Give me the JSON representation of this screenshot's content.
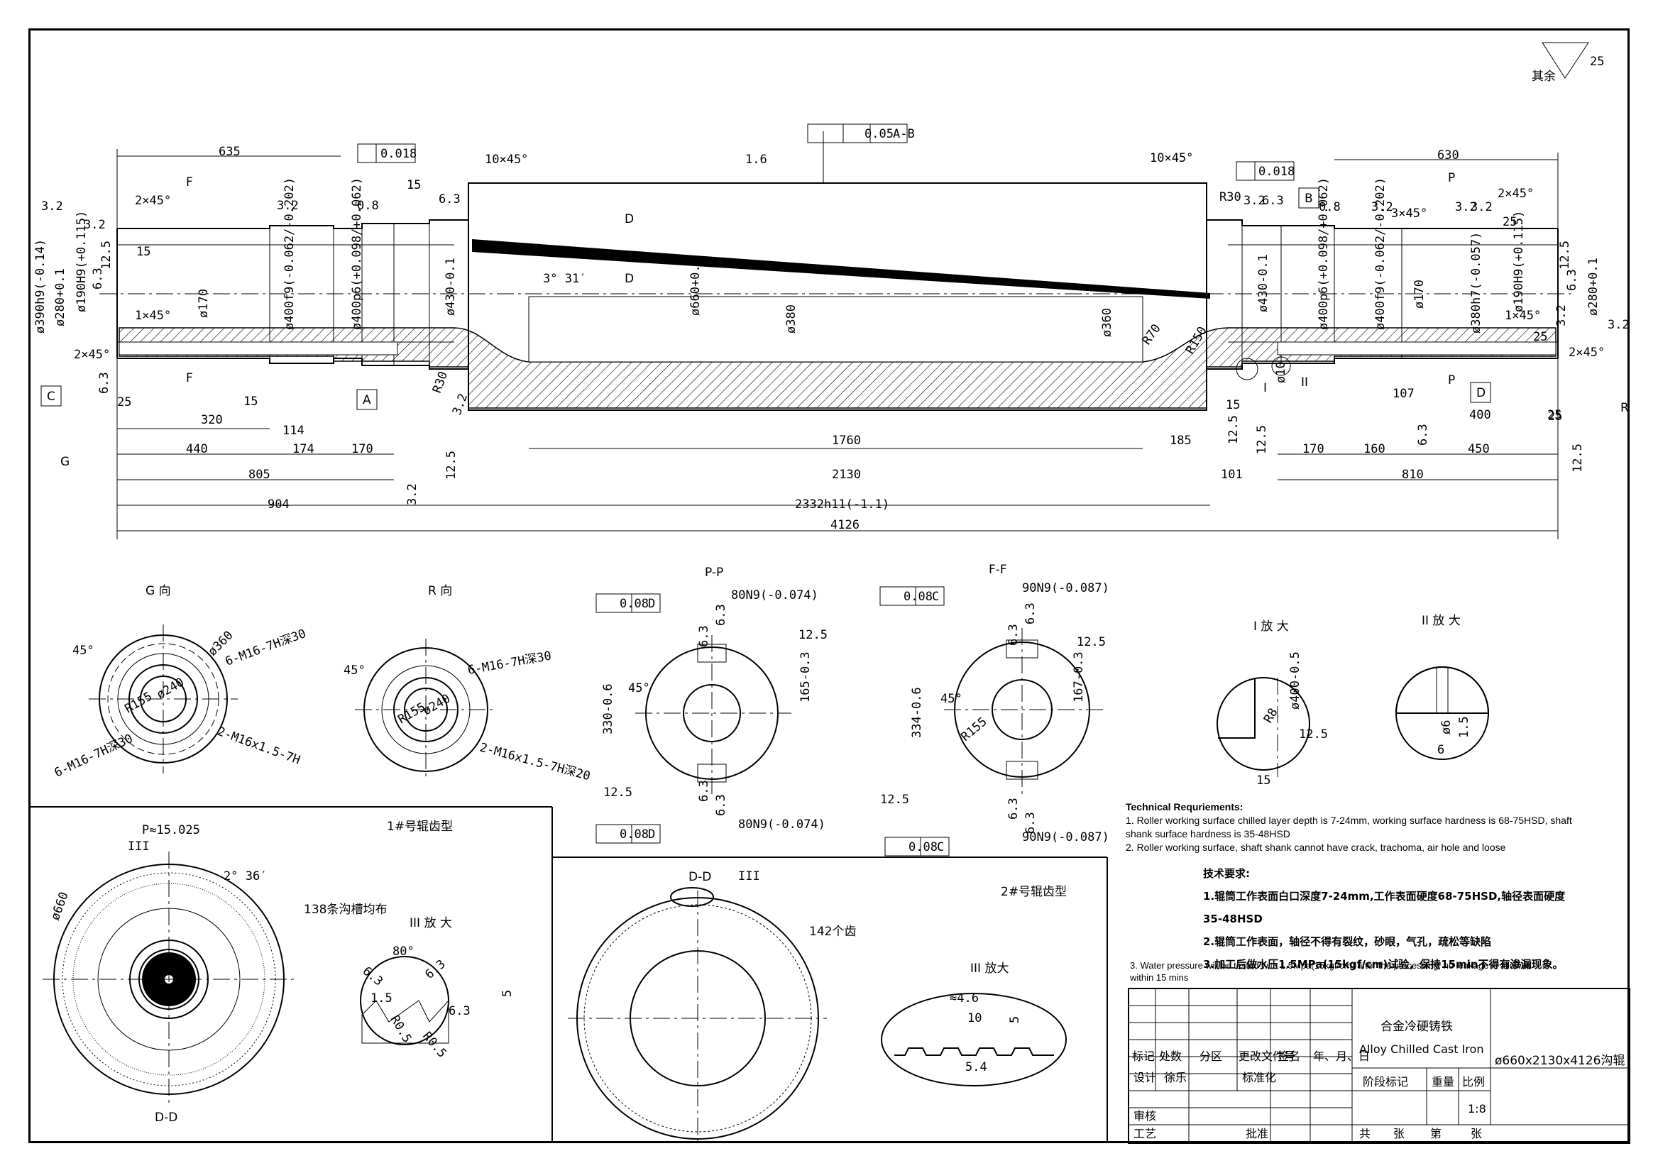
{
  "corner": {
    "other_label": "其余",
    "other_roughness": "25"
  },
  "main_view": {
    "dims_top": [
      "635",
      "630",
      "0.018",
      "0.018",
      "0.05",
      "A-B",
      "1.6",
      "10×45°",
      "10×45°",
      "15",
      "6.3",
      "R30",
      "3.2",
      "0.8",
      "3.2",
      "0.8",
      "3.2",
      "3.2",
      "2×45°",
      "2×45°",
      "3×45°",
      "25",
      "3.2",
      "6.3",
      "3.2"
    ],
    "dims_left": [
      "ø390h9(-0.14)",
      "ø280+0.1",
      "ø190H9(+0.115)",
      "12.5",
      "3.2",
      "6.3",
      "15",
      "1×45°",
      "2×45°",
      "ø170",
      "ø400f9(-0.062/-0.202)",
      "ø400p6(+0.098/+0.062)",
      "ø430-0.1"
    ],
    "dims_mid": [
      "3° 31′",
      "ø660+0.8",
      "ø380",
      "ø360",
      "R70",
      "R150",
      "ø10"
    ],
    "dims_right": [
      "ø430-0.1",
      "ø400p6(+0.098/+0.062)",
      "ø400f9(-0.062/-0.202)",
      "ø170",
      "ø380h7(-0.057)",
      "ø190H9(+0.115)",
      "ø280+0.1",
      "12.5",
      "6.3",
      "3.2",
      "1×45°",
      "2×45°",
      "25",
      "3.2"
    ],
    "letters": [
      "F",
      "F",
      "D",
      "D",
      "P",
      "P",
      "A",
      "B",
      "C",
      "D",
      "G",
      "R",
      "I",
      "II"
    ],
    "dims_bottom_row1": [
      "320",
      "114",
      "15",
      "15",
      "107",
      "400",
      "25"
    ],
    "dims_bottom_row2": [
      "440",
      "174",
      "170",
      "1760",
      "185",
      "170",
      "160",
      "450"
    ],
    "dims_bottom_row3": [
      "805",
      "2130",
      "101",
      "810"
    ],
    "dims_bottom_row4": [
      "904",
      "2332h11(-1.1)"
    ],
    "dims_bottom_row5": [
      "4126"
    ],
    "roughness_bottom": [
      "25",
      "6.3",
      "R30",
      "3.2",
      "12.5",
      "3.2",
      "12.5",
      "12.5",
      "6.3",
      "12.5",
      "25"
    ]
  },
  "views": {
    "g_view": {
      "title": "G 向",
      "labels": [
        "45°",
        "ø360",
        "6-M16-7H深30",
        "R155",
        "ø240",
        "2-M16x1.5-7H",
        "6-M16-7H深30"
      ]
    },
    "r_view": {
      "title": "R 向",
      "labels": [
        "45°",
        "6-M16-7H深30",
        "ø240",
        "R155",
        "2-M16x1.5-7H深20"
      ]
    },
    "pp_view": {
      "title": "P-P",
      "labels": [
        "0.08",
        "D",
        "80N9(-0.074)",
        "6.3",
        "6.3",
        "12.5",
        "330-0.6",
        "45°",
        "165-0.3",
        "12.5",
        "6.3",
        "6.3",
        "80N9(-0.074)",
        "0.08",
        "D"
      ]
    },
    "ff_view": {
      "title": "F-F",
      "labels": [
        "0.08",
        "C",
        "90N9(-0.087)",
        "6.3",
        "6.3",
        "12.5",
        "334-0.6",
        "45°",
        "167-0.3",
        "R155",
        "12.5",
        "6.3",
        "6.3",
        "90N9(-0.087)",
        "0.08",
        "C"
      ]
    },
    "i_view": {
      "title": "I 放 大",
      "labels": [
        "ø400-0.5",
        "R8",
        "12.5",
        "15"
      ]
    },
    "ii_view": {
      "title": "II 放 大",
      "labels": [
        "ø6",
        "1.5",
        "6"
      ]
    }
  },
  "technical": {
    "heading": "Technical Requriements:",
    "en_lines": [
      "1. Roller working surface chilled layer depth is 7-24mm, working surface hardness is 68-75HSD, shaft",
      "shank surface hardness is 35-48HSD",
      "2. Roller working surface, shaft shank cannot have crack, trachoma, air hole and loose"
    ],
    "cn_heading": "技术要求:",
    "cn_lines": [
      "1.辊筒工作表面白口深度7-24mm,工作表面硬度68-75HSD,轴径表面硬度",
      "35-48HSD",
      "2.辊筒工作表面，轴径不得有裂纹，砂眼，气孔，疏松等缺陷",
      "3.加工后做水压1.5MPa(15kgf/cm)试验，保持15min不得有渗漏现象。"
    ],
    "en_line3": "3. Water pressure will be tested with 1.5Mpa(15kgf/cm) after the processing, no leakage is allowed",
    "en_line3b": "within 15 mins"
  },
  "roller1": {
    "title": "1#号辊齿型",
    "labels": [
      "P≈15.025",
      "III",
      "2° 36′",
      "ø660",
      "138条沟槽均布",
      "D-D"
    ],
    "detail_title": "III 放 大",
    "detail_labels": [
      "80°",
      "6.3",
      "6.3",
      "1.5",
      "R0.5",
      "6.3",
      "R0.5",
      "5"
    ]
  },
  "roller2": {
    "title": "2#号辊齿型",
    "labels": [
      "D-D",
      "III",
      "142个齿"
    ],
    "detail_title": "III 放大",
    "detail_labels": [
      "≈4.6",
      "10",
      "5",
      "5.4"
    ]
  },
  "title_block": {
    "material_cn": "合金冷硬铸铁",
    "material_en": "Alloy Chilled Cast Iron",
    "part_name": "ø660x2130x4126沟辊",
    "row_headers": [
      "标记",
      "处数",
      "分区",
      "更改文件号",
      "签名",
      "年、月、日"
    ],
    "design": "设计",
    "designer": "徐乐",
    "standard": "标准化",
    "stage_mark": "阶段标记",
    "weight": "重量",
    "scale": "比例",
    "scale_value": "1:8",
    "review": "审核",
    "process": "工艺",
    "approve": "批准",
    "sheets_total": "共",
    "sheets_unit": "张",
    "sheet_no": "第",
    "sheet_unit2": "张"
  }
}
